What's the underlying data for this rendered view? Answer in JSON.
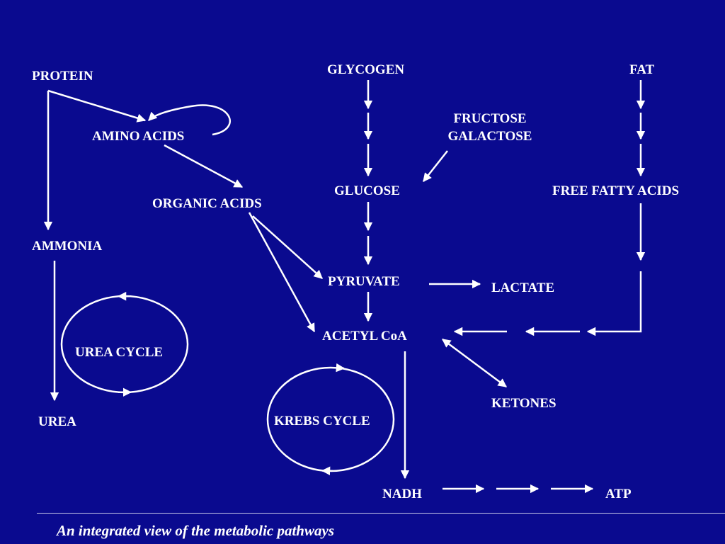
{
  "nodes": {
    "protein": "PROTEIN",
    "amino_acids": "AMINO ACIDS",
    "organic_acids": "ORGANIC ACIDS",
    "ammonia": "AMMONIA",
    "urea_cycle": "UREA CYCLE",
    "urea": "UREA",
    "glycogen": "GLYCOGEN",
    "fructose": "FRUCTOSE",
    "galactose": "GALACTOSE",
    "glucose": "GLUCOSE",
    "pyruvate": "PYRUVATE",
    "lactate": "LACTATE",
    "acetyl_coa": "ACETYL CoA",
    "krebs_cycle": "KREBS CYCLE",
    "ketones": "KETONES",
    "nadh": "NADH",
    "atp": "ATP",
    "fat": "FAT",
    "free_fatty_acids": "FREE FATTY ACIDS"
  },
  "caption": "An integrated view of the metabolic pathways",
  "colors": {
    "background": "#0a0a8f",
    "foreground": "#ffffff"
  }
}
